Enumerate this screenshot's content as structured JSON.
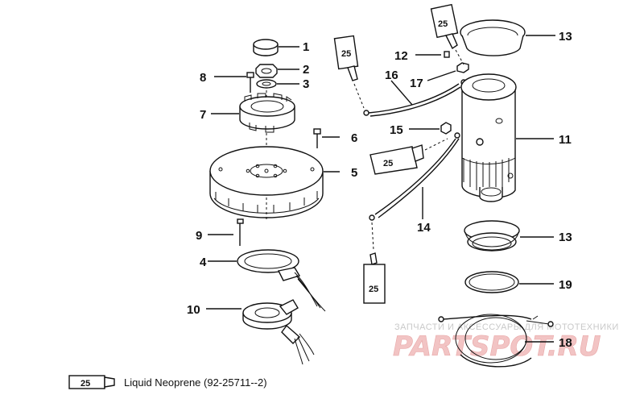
{
  "callouts": [
    "1",
    "2",
    "3",
    "4",
    "5",
    "6",
    "7",
    "8",
    "9",
    "10",
    "11",
    "12",
    "13",
    "13",
    "14",
    "15",
    "16",
    "17",
    "18",
    "19"
  ],
  "tube_label": "25",
  "legend": {
    "tube_label": "25",
    "text": "Liquid Neoprene (92-25711--2)"
  },
  "watermark": {
    "small": "ЗАПЧАСТИ И АКСЕССУАРЫ ДЛЯ МОТОТЕХНИКИ",
    "big": "PARTSPOT.RU"
  }
}
